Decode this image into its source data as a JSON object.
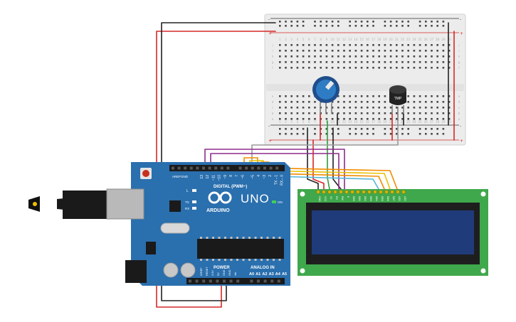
{
  "colors": {
    "arduino_board": "#2a6fae",
    "breadboard": "#ececec",
    "lcd_board": "#3fa84c",
    "lcd_screen": "#1f3b7a",
    "wire_red": "#d62828",
    "wire_black": "#222222",
    "wire_green": "#2e9e3e",
    "wire_purple": "#8e2c8c",
    "wire_orange": "#f08c00",
    "wire_yellow": "#e8c100",
    "wire_cyan": "#57b6d6",
    "wire_gray": "#9a9a9a"
  },
  "breadboard": {
    "row_letters_top": [
      "j",
      "i",
      "h",
      "g",
      "f"
    ],
    "row_letters_bottom": [
      "e",
      "d",
      "c",
      "b",
      "a"
    ],
    "column_numbers": [
      "1",
      "2",
      "3",
      "4",
      "5",
      "6",
      "7",
      "8",
      "9",
      "10",
      "11",
      "12",
      "13",
      "14",
      "15",
      "16",
      "17",
      "18",
      "19",
      "20",
      "21",
      "22",
      "23",
      "24",
      "25",
      "26",
      "27",
      "28",
      "29",
      "30"
    ],
    "rail_plus": "+",
    "rail_minus": "-"
  },
  "temperature_sensor": {
    "label": "TMP"
  },
  "arduino": {
    "aref": "AREF",
    "gnd": "GND",
    "digital_label": "DIGITAL (PWM~)",
    "digital_pins": [
      "13",
      "12",
      "~11",
      "~10",
      "~9",
      "8",
      "7",
      "~6",
      "~5",
      "4",
      "~3",
      "2",
      "TX→1",
      "RX←0"
    ],
    "led_l": "L",
    "led_tx": "TX",
    "led_rx": "RX",
    "brand": "ARDUINO",
    "model": "UNO",
    "on_label": "ON",
    "power_label": "POWER",
    "power_pins": [
      "IOREF",
      "RESET",
      "3.3V",
      "5V",
      "GND",
      "GND",
      "Vin"
    ],
    "analog_label": "ANALOG IN",
    "analog_pins": [
      "A0",
      "A1",
      "A2",
      "A3",
      "A4",
      "A5"
    ]
  },
  "lcd": {
    "pins": [
      "GND",
      "VCC",
      "V0",
      "RS",
      "RW",
      "E",
      "DB0",
      "DB1",
      "DB2",
      "DB3",
      "DB4",
      "DB5",
      "DB6",
      "DB7",
      "LED",
      "LED"
    ]
  }
}
